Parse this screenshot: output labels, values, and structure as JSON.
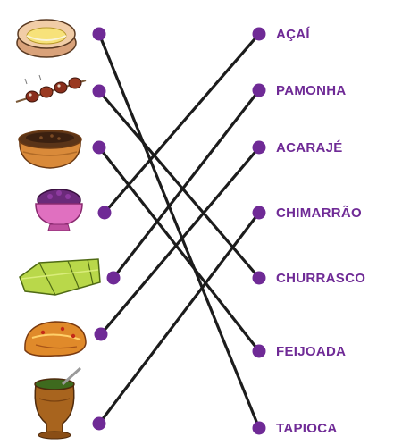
{
  "colors": {
    "dot": "#6f2a96",
    "line": "#1c1c1c",
    "label": "#6f2a96"
  },
  "foods": [
    {
      "id": "tapioca",
      "icon": "tapioca-icon"
    },
    {
      "id": "churrasco",
      "icon": "churrasco-skewer-icon"
    },
    {
      "id": "feijoada",
      "icon": "feijoada-pot-icon"
    },
    {
      "id": "acai",
      "icon": "acai-bowl-icon"
    },
    {
      "id": "pamonha",
      "icon": "pamonha-icon"
    },
    {
      "id": "acaraje",
      "icon": "acaraje-icon"
    },
    {
      "id": "chimarrao",
      "icon": "chimarrao-gourd-icon"
    }
  ],
  "labels": [
    "AÇAÍ",
    "PAMONHA",
    "ACARAJÉ",
    "CHIMARRÃO",
    "CHURRASCO",
    "FEIJOADA",
    "TAPIOCA"
  ],
  "connections": [
    {
      "from": 0,
      "to": 6
    },
    {
      "from": 1,
      "to": 4
    },
    {
      "from": 2,
      "to": 5
    },
    {
      "from": 3,
      "to": 0
    },
    {
      "from": 4,
      "to": 1
    },
    {
      "from": 5,
      "to": 2
    },
    {
      "from": 6,
      "to": 3
    }
  ]
}
